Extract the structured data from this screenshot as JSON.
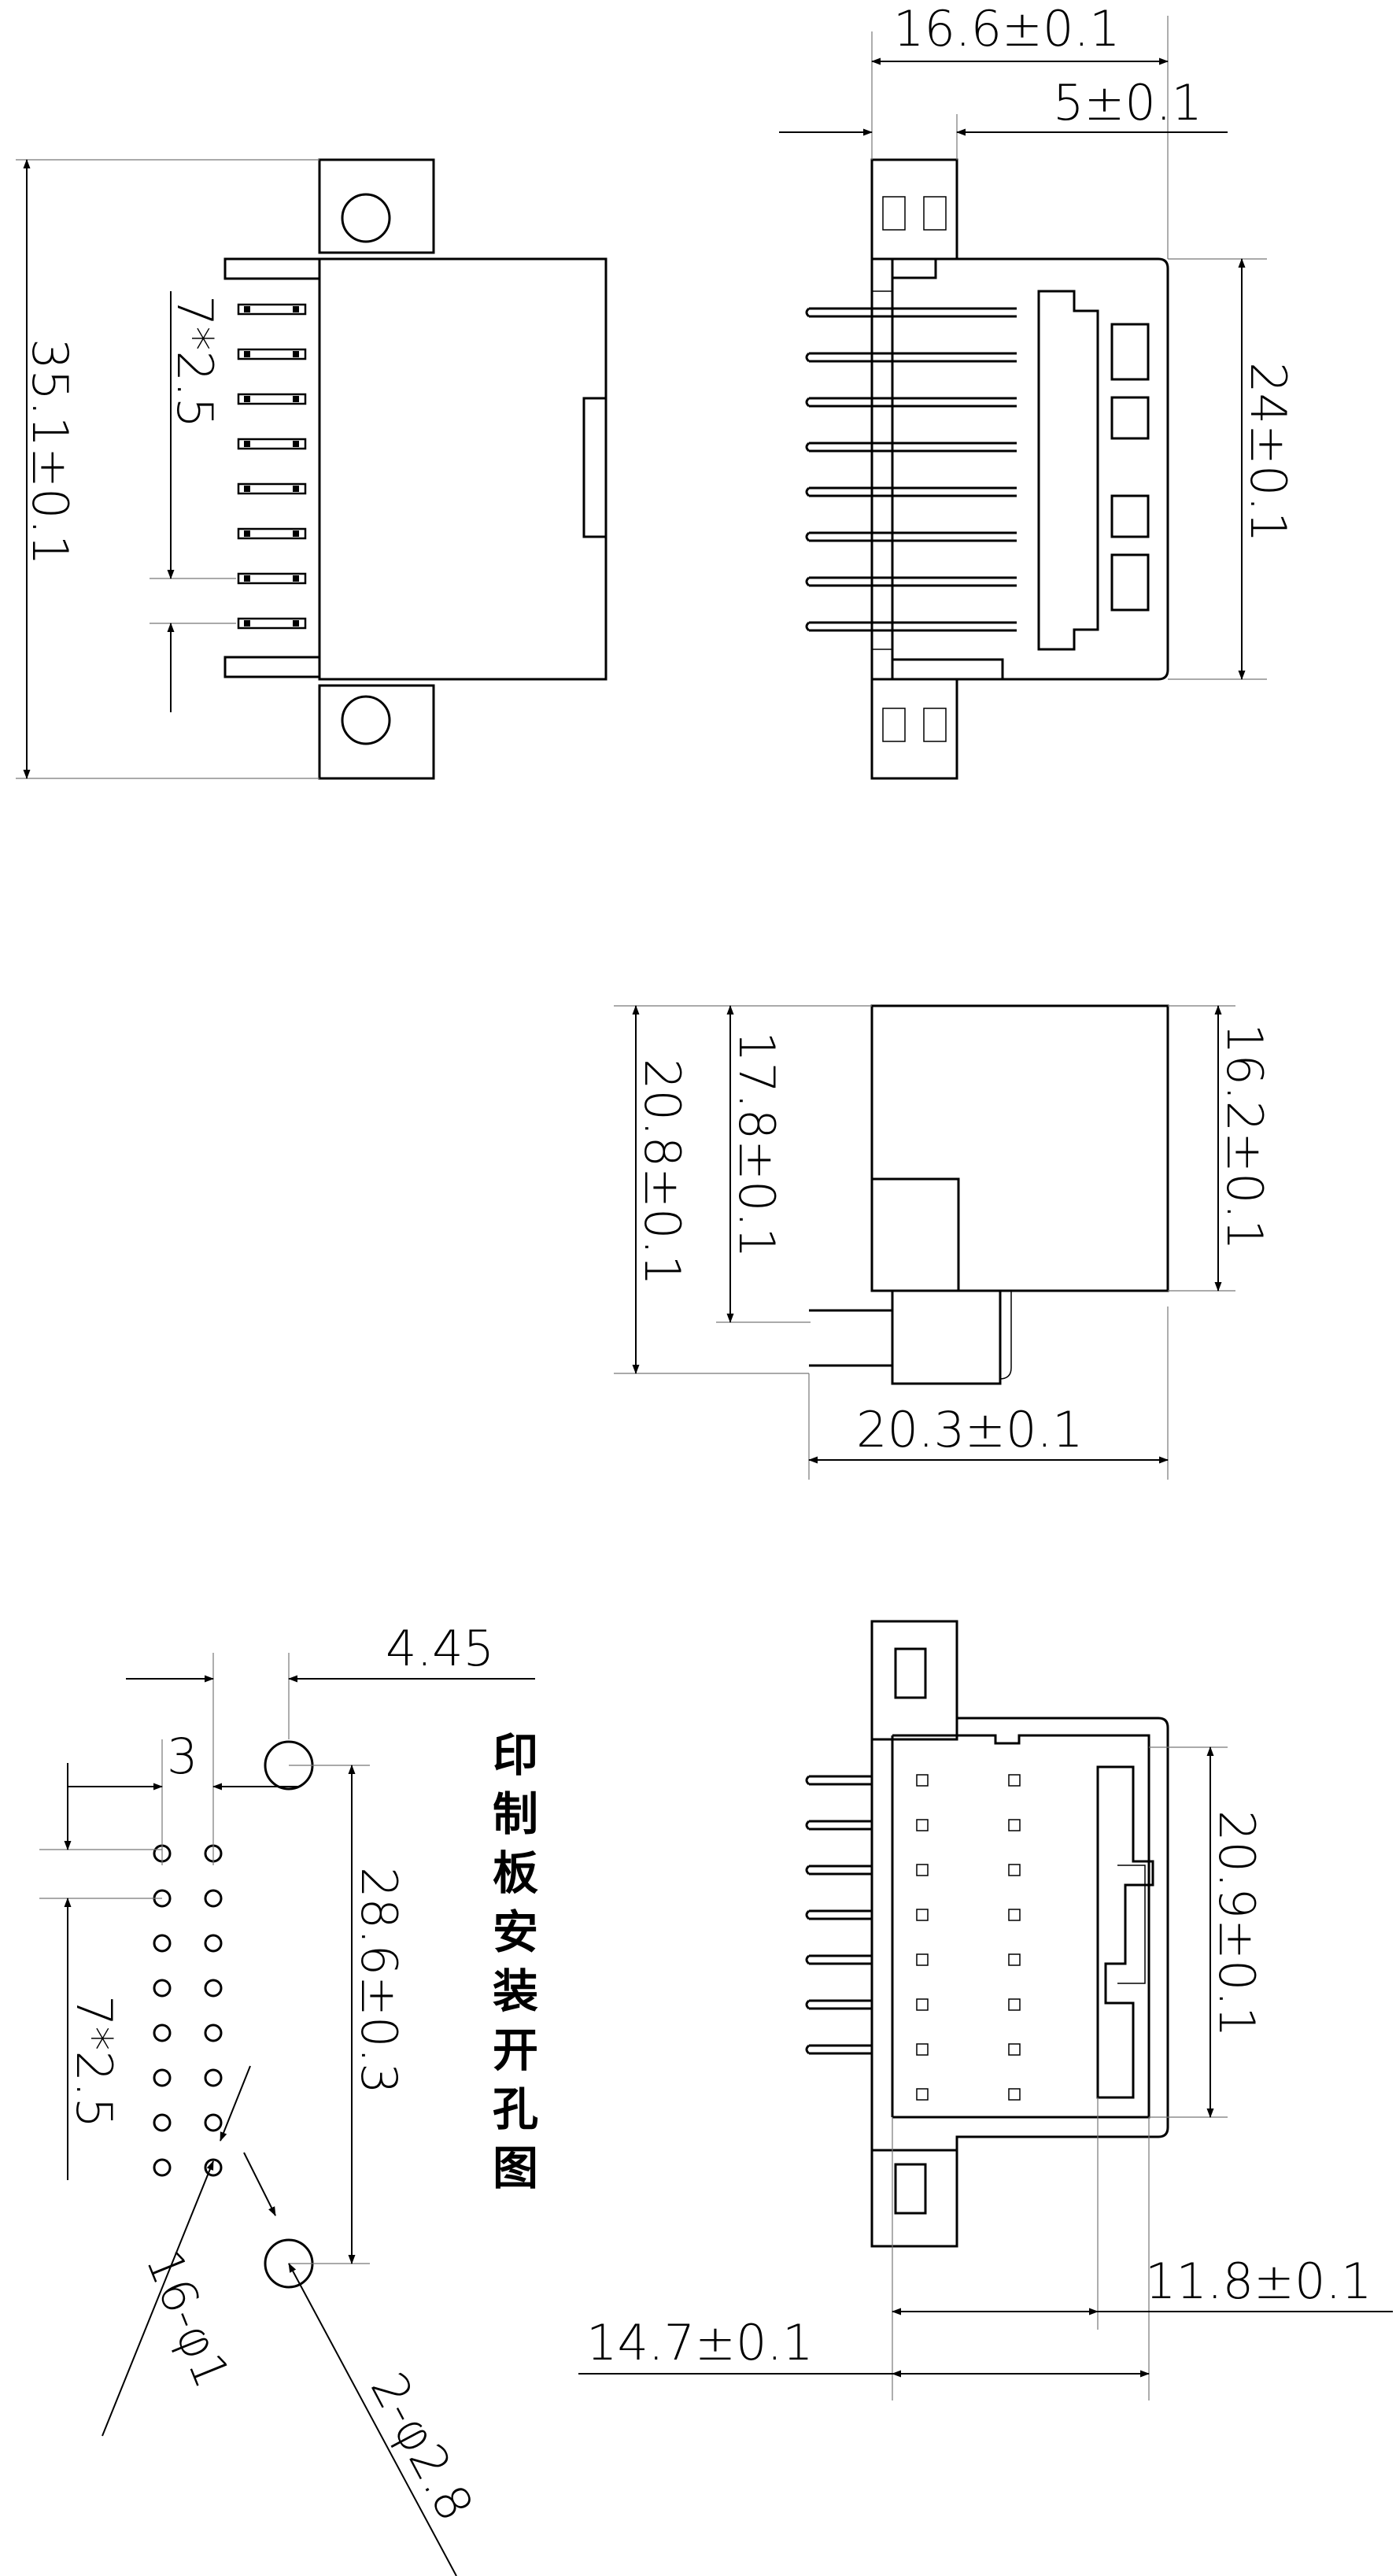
{
  "view_top_left": {
    "height_dim": "35.1±0.1",
    "pitch_dim": "7*2.5"
  },
  "view_top_right": {
    "width_dim": "16.6±0.1",
    "offset_dim": "5±0.1",
    "height_dim": "24±0.1"
  },
  "view_side": {
    "outer_height_dim": "20.8±0.1",
    "inner_height_dim": "17.8±0.1",
    "body_height_dim": "16.2±0.1",
    "depth_dim": "20.3±0.1"
  },
  "pcb_layout": {
    "title": "印制板安装开孔图",
    "mount_offset_dim": "4.45",
    "row_spacing_dim": "3",
    "pitch_dim": "7*2.5",
    "mount_spacing_dim": "28.6±0.3",
    "pin_hole_dim": "16-φ1",
    "mount_hole_dim": "2-φ2.8"
  },
  "view_front": {
    "opening_height_dim": "20.9±0.1",
    "inner_width_dim": "11.8±0.1",
    "outer_width_dim": "14.7±0.1"
  }
}
